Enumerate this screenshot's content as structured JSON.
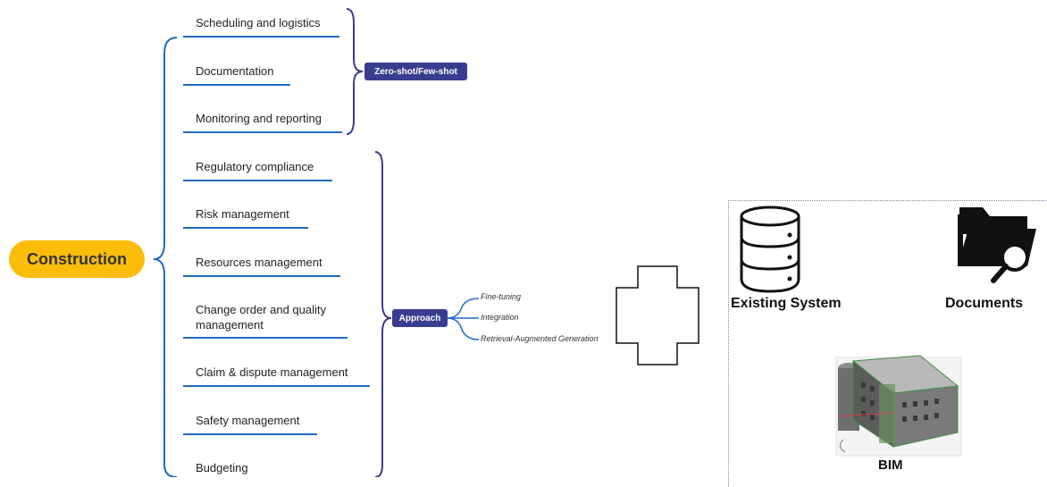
{
  "root": {
    "label": "Construction"
  },
  "group_top": {
    "tag": "Zero-shot/Few-shot",
    "items": [
      {
        "label": "Scheduling and logistics"
      },
      {
        "label": "Documentation"
      },
      {
        "label": "Monitoring and reporting"
      }
    ]
  },
  "group_bottom": {
    "tag": "Approach",
    "items": [
      {
        "label": "Regulatory compliance"
      },
      {
        "label": "Risk management"
      },
      {
        "label": "Resources management"
      },
      {
        "label": "Change order and quality management"
      },
      {
        "label": "Claim & dispute management"
      },
      {
        "label": "Safety management"
      },
      {
        "label": "Budgeting"
      }
    ],
    "sub_items": [
      {
        "label": "Fine-tuning"
      },
      {
        "label": "Integration"
      },
      {
        "label": "Retrieval-Augmented Generation"
      }
    ]
  },
  "panel": {
    "existing_system": "Existing System",
    "documents": "Documents",
    "bim": "BIM"
  },
  "colors": {
    "root_fill": "#fbbd0a",
    "tag_fill": "#3a3d8f",
    "underline": "#1e6bc0",
    "brace": "#3a3d8f"
  }
}
